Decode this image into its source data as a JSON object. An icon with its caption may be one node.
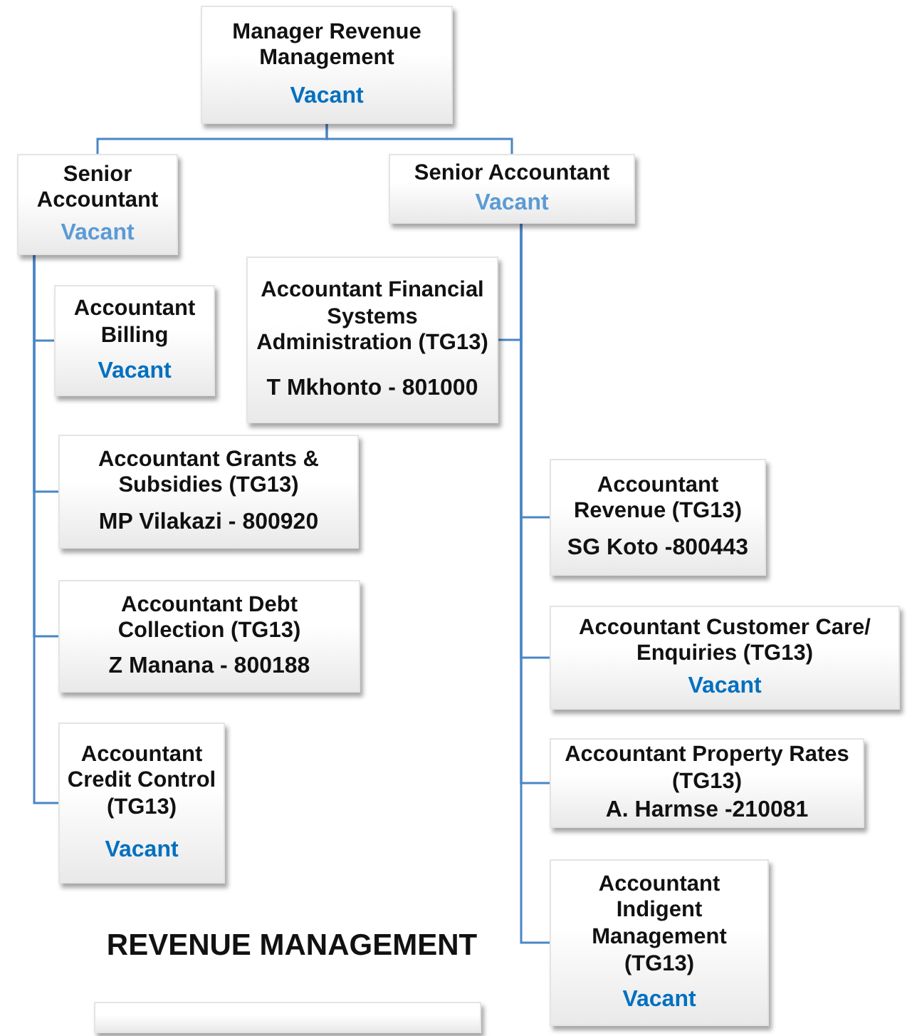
{
  "diagram": {
    "title": "REVENUE MANAGEMENT",
    "nodes": [
      {
        "text": [
          "Manager Revenue Management",
          "Vacant"
        ]
      },
      {
        "text": [
          "Senior Accountant",
          "Vacant"
        ]
      },
      {
        "text": [
          "Senior Accountant",
          "Vacant"
        ]
      },
      {
        "text": [
          "Accountant Billing",
          "Vacant"
        ]
      },
      {
        "text": [
          "Accountant Financial Systems Administration (TG13)",
          "T Mkhonto - 801000"
        ]
      },
      {
        "text": [
          "Accountant  Grants & Subsidies (TG13)",
          "MP Vilakazi - 800920"
        ]
      },
      {
        "text": [
          "Accountant Revenue (TG13)",
          "SG Koto -800443"
        ]
      },
      {
        "text": [
          "Accountant Debt Collection (TG13)",
          "Z Manana - 800188"
        ]
      },
      {
        "text": [
          "Accountant Customer Care/ Enquiries (TG13)",
          "Vacant"
        ]
      },
      {
        "text": [
          "Accountant Property Rates (TG13)",
          "A. Harmse  -210081"
        ]
      },
      {
        "text": [
          "Accountant Credit Control (TG13)",
          "Vacant"
        ]
      },
      {
        "text": [
          "Accountant Indigent Management (TG13)",
          "Vacant"
        ]
      },
      {
        "text": [],
        "shape": "box"
      }
    ],
    "edges": [
      {
        "from": 0,
        "to": 1,
        "arrow": "none"
      },
      {
        "from": 0,
        "to": 2,
        "arrow": "none"
      },
      {
        "from": 1,
        "to": 3,
        "arrow": "none"
      },
      {
        "from": 1,
        "to": 5,
        "arrow": "none"
      },
      {
        "from": 1,
        "to": 7,
        "arrow": "none"
      },
      {
        "from": 1,
        "to": 10,
        "arrow": "none"
      },
      {
        "from": 2,
        "to": 4,
        "arrow": "none"
      },
      {
        "from": 2,
        "to": 6,
        "arrow": "none"
      },
      {
        "from": 2,
        "to": 8,
        "arrow": "none"
      },
      {
        "from": 2,
        "to": 9,
        "arrow": "none"
      },
      {
        "from": 2,
        "to": 11,
        "arrow": "none"
      }
    ]
  }
}
